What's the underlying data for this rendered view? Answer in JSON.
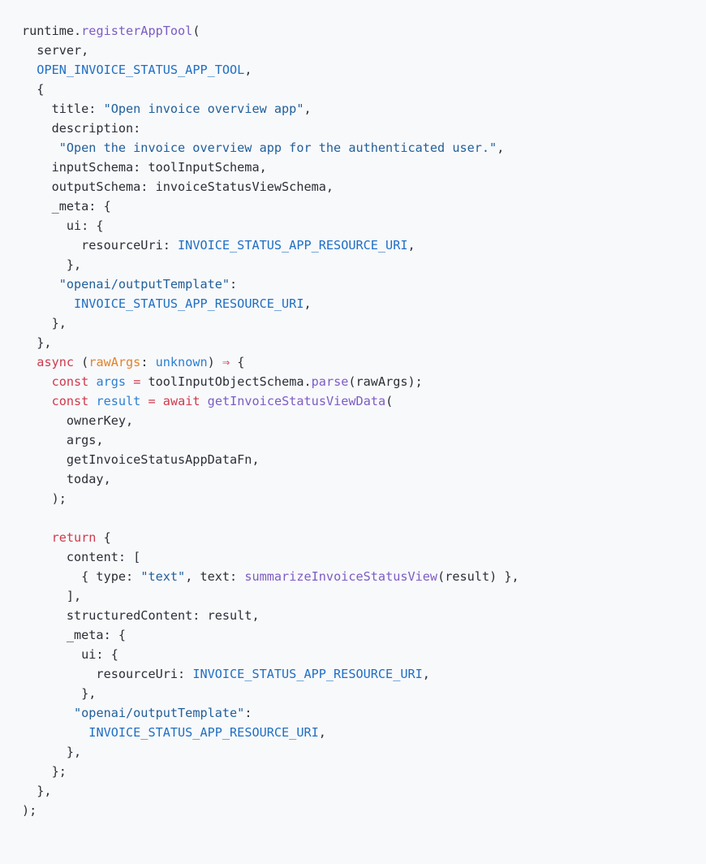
{
  "editor": {
    "background_color": "#f8f9fb",
    "default_text_color": "#2b2f36",
    "language": "typescript",
    "palette": {
      "function": "#7c5cc4",
      "constant": "#1f6fc4",
      "string": "#22609b",
      "keyword": "#cf3a4c",
      "variable": "#2d7fd3",
      "parameter": "#e0832b",
      "type": "#2d7fd3",
      "operator": "#cf3a4c"
    }
  },
  "code": {
    "lines": [
      {
        "id": "line-1",
        "tokens": [
          {
            "t": "runtime.",
            "c": "plain"
          },
          {
            "t": "registerAppTool",
            "c": "fn"
          },
          {
            "t": "(",
            "c": "plain"
          }
        ]
      },
      {
        "id": "line-2",
        "tokens": [
          {
            "t": "  server,",
            "c": "plain"
          }
        ]
      },
      {
        "id": "line-3",
        "tokens": [
          {
            "t": "  ",
            "c": "plain"
          },
          {
            "t": "OPEN_INVOICE_STATUS_APP_TOOL",
            "c": "const"
          },
          {
            "t": ",",
            "c": "plain"
          }
        ]
      },
      {
        "id": "line-4",
        "tokens": [
          {
            "t": "  {",
            "c": "plain"
          }
        ]
      },
      {
        "id": "line-5",
        "tokens": [
          {
            "t": "    title: ",
            "c": "plain"
          },
          {
            "t": "\"Open invoice overview app\"",
            "c": "string"
          },
          {
            "t": ",",
            "c": "plain"
          }
        ]
      },
      {
        "id": "line-6",
        "tokens": [
          {
            "t": "    description:",
            "c": "plain"
          }
        ]
      },
      {
        "id": "line-7",
        "tokens": [
          {
            "t": "     ",
            "c": "plain"
          },
          {
            "t": "\"Open the invoice overview app for the authenticated user.\"",
            "c": "string"
          },
          {
            "t": ",",
            "c": "plain"
          }
        ]
      },
      {
        "id": "line-8",
        "tokens": [
          {
            "t": "    inputSchema: toolInputSchema,",
            "c": "plain"
          }
        ]
      },
      {
        "id": "line-9",
        "tokens": [
          {
            "t": "    outputSchema: invoiceStatusViewSchema,",
            "c": "plain"
          }
        ]
      },
      {
        "id": "line-10",
        "tokens": [
          {
            "t": "    _meta: {",
            "c": "plain"
          }
        ]
      },
      {
        "id": "line-11",
        "tokens": [
          {
            "t": "      ui: {",
            "c": "plain"
          }
        ]
      },
      {
        "id": "line-12",
        "tokens": [
          {
            "t": "        resourceUri: ",
            "c": "plain"
          },
          {
            "t": "INVOICE_STATUS_APP_RESOURCE_URI",
            "c": "const"
          },
          {
            "t": ",",
            "c": "plain"
          }
        ]
      },
      {
        "id": "line-13",
        "tokens": [
          {
            "t": "      },",
            "c": "plain"
          }
        ]
      },
      {
        "id": "line-14",
        "tokens": [
          {
            "t": "     ",
            "c": "plain"
          },
          {
            "t": "\"openai/outputTemplate\"",
            "c": "string"
          },
          {
            "t": ":",
            "c": "plain"
          }
        ]
      },
      {
        "id": "line-15",
        "tokens": [
          {
            "t": "       ",
            "c": "plain"
          },
          {
            "t": "INVOICE_STATUS_APP_RESOURCE_URI",
            "c": "const"
          },
          {
            "t": ",",
            "c": "plain"
          }
        ]
      },
      {
        "id": "line-16",
        "tokens": [
          {
            "t": "    },",
            "c": "plain"
          }
        ]
      },
      {
        "id": "line-17",
        "tokens": [
          {
            "t": "  },",
            "c": "plain"
          }
        ]
      },
      {
        "id": "line-18",
        "tokens": [
          {
            "t": "  ",
            "c": "plain"
          },
          {
            "t": "async",
            "c": "kw"
          },
          {
            "t": " (",
            "c": "plain"
          },
          {
            "t": "rawArgs",
            "c": "param"
          },
          {
            "t": ": ",
            "c": "plain"
          },
          {
            "t": "unknown",
            "c": "type"
          },
          {
            "t": ") ",
            "c": "plain"
          },
          {
            "t": "⇒",
            "c": "op"
          },
          {
            "t": " {",
            "c": "plain"
          }
        ]
      },
      {
        "id": "line-19",
        "tokens": [
          {
            "t": "    ",
            "c": "plain"
          },
          {
            "t": "const",
            "c": "kw"
          },
          {
            "t": " ",
            "c": "plain"
          },
          {
            "t": "args",
            "c": "var"
          },
          {
            "t": " ",
            "c": "plain"
          },
          {
            "t": "=",
            "c": "op"
          },
          {
            "t": " toolInputObjectSchema.",
            "c": "plain"
          },
          {
            "t": "parse",
            "c": "fn"
          },
          {
            "t": "(rawArgs);",
            "c": "plain"
          }
        ]
      },
      {
        "id": "line-20",
        "tokens": [
          {
            "t": "    ",
            "c": "plain"
          },
          {
            "t": "const",
            "c": "kw"
          },
          {
            "t": " ",
            "c": "plain"
          },
          {
            "t": "result",
            "c": "var"
          },
          {
            "t": " ",
            "c": "plain"
          },
          {
            "t": "=",
            "c": "op"
          },
          {
            "t": " ",
            "c": "plain"
          },
          {
            "t": "await",
            "c": "kw"
          },
          {
            "t": " ",
            "c": "plain"
          },
          {
            "t": "getInvoiceStatusViewData",
            "c": "fn"
          },
          {
            "t": "(",
            "c": "plain"
          }
        ]
      },
      {
        "id": "line-21",
        "tokens": [
          {
            "t": "      ownerKey,",
            "c": "plain"
          }
        ]
      },
      {
        "id": "line-22",
        "tokens": [
          {
            "t": "      args,",
            "c": "plain"
          }
        ]
      },
      {
        "id": "line-23",
        "tokens": [
          {
            "t": "      getInvoiceStatusAppDataFn,",
            "c": "plain"
          }
        ]
      },
      {
        "id": "line-24",
        "tokens": [
          {
            "t": "      today,",
            "c": "plain"
          }
        ]
      },
      {
        "id": "line-25",
        "tokens": [
          {
            "t": "    );",
            "c": "plain"
          }
        ]
      },
      {
        "id": "line-26",
        "tokens": []
      },
      {
        "id": "line-27",
        "tokens": [
          {
            "t": "    ",
            "c": "plain"
          },
          {
            "t": "return",
            "c": "kw"
          },
          {
            "t": " {",
            "c": "plain"
          }
        ]
      },
      {
        "id": "line-28",
        "tokens": [
          {
            "t": "      content: [",
            "c": "plain"
          }
        ]
      },
      {
        "id": "line-29",
        "tokens": [
          {
            "t": "        { type: ",
            "c": "plain"
          },
          {
            "t": "\"text\"",
            "c": "string"
          },
          {
            "t": ", text: ",
            "c": "plain"
          },
          {
            "t": "summarizeInvoiceStatusView",
            "c": "fn"
          },
          {
            "t": "(result) },",
            "c": "plain"
          }
        ]
      },
      {
        "id": "line-30",
        "tokens": [
          {
            "t": "      ],",
            "c": "plain"
          }
        ]
      },
      {
        "id": "line-31",
        "tokens": [
          {
            "t": "      structuredContent: result,",
            "c": "plain"
          }
        ]
      },
      {
        "id": "line-32",
        "tokens": [
          {
            "t": "      _meta: {",
            "c": "plain"
          }
        ]
      },
      {
        "id": "line-33",
        "tokens": [
          {
            "t": "        ui: {",
            "c": "plain"
          }
        ]
      },
      {
        "id": "line-34",
        "tokens": [
          {
            "t": "          resourceUri: ",
            "c": "plain"
          },
          {
            "t": "INVOICE_STATUS_APP_RESOURCE_URI",
            "c": "const"
          },
          {
            "t": ",",
            "c": "plain"
          }
        ]
      },
      {
        "id": "line-35",
        "tokens": [
          {
            "t": "        },",
            "c": "plain"
          }
        ]
      },
      {
        "id": "line-36",
        "tokens": [
          {
            "t": "       ",
            "c": "plain"
          },
          {
            "t": "\"openai/outputTemplate\"",
            "c": "string"
          },
          {
            "t": ":",
            "c": "plain"
          }
        ]
      },
      {
        "id": "line-37",
        "tokens": [
          {
            "t": "         ",
            "c": "plain"
          },
          {
            "t": "INVOICE_STATUS_APP_RESOURCE_URI",
            "c": "const"
          },
          {
            "t": ",",
            "c": "plain"
          }
        ]
      },
      {
        "id": "line-38",
        "tokens": [
          {
            "t": "      },",
            "c": "plain"
          }
        ]
      },
      {
        "id": "line-39",
        "tokens": [
          {
            "t": "    };",
            "c": "plain"
          }
        ]
      },
      {
        "id": "line-40",
        "tokens": [
          {
            "t": "  },",
            "c": "plain"
          }
        ]
      },
      {
        "id": "line-41",
        "tokens": [
          {
            "t": ");",
            "c": "plain"
          }
        ]
      }
    ]
  }
}
